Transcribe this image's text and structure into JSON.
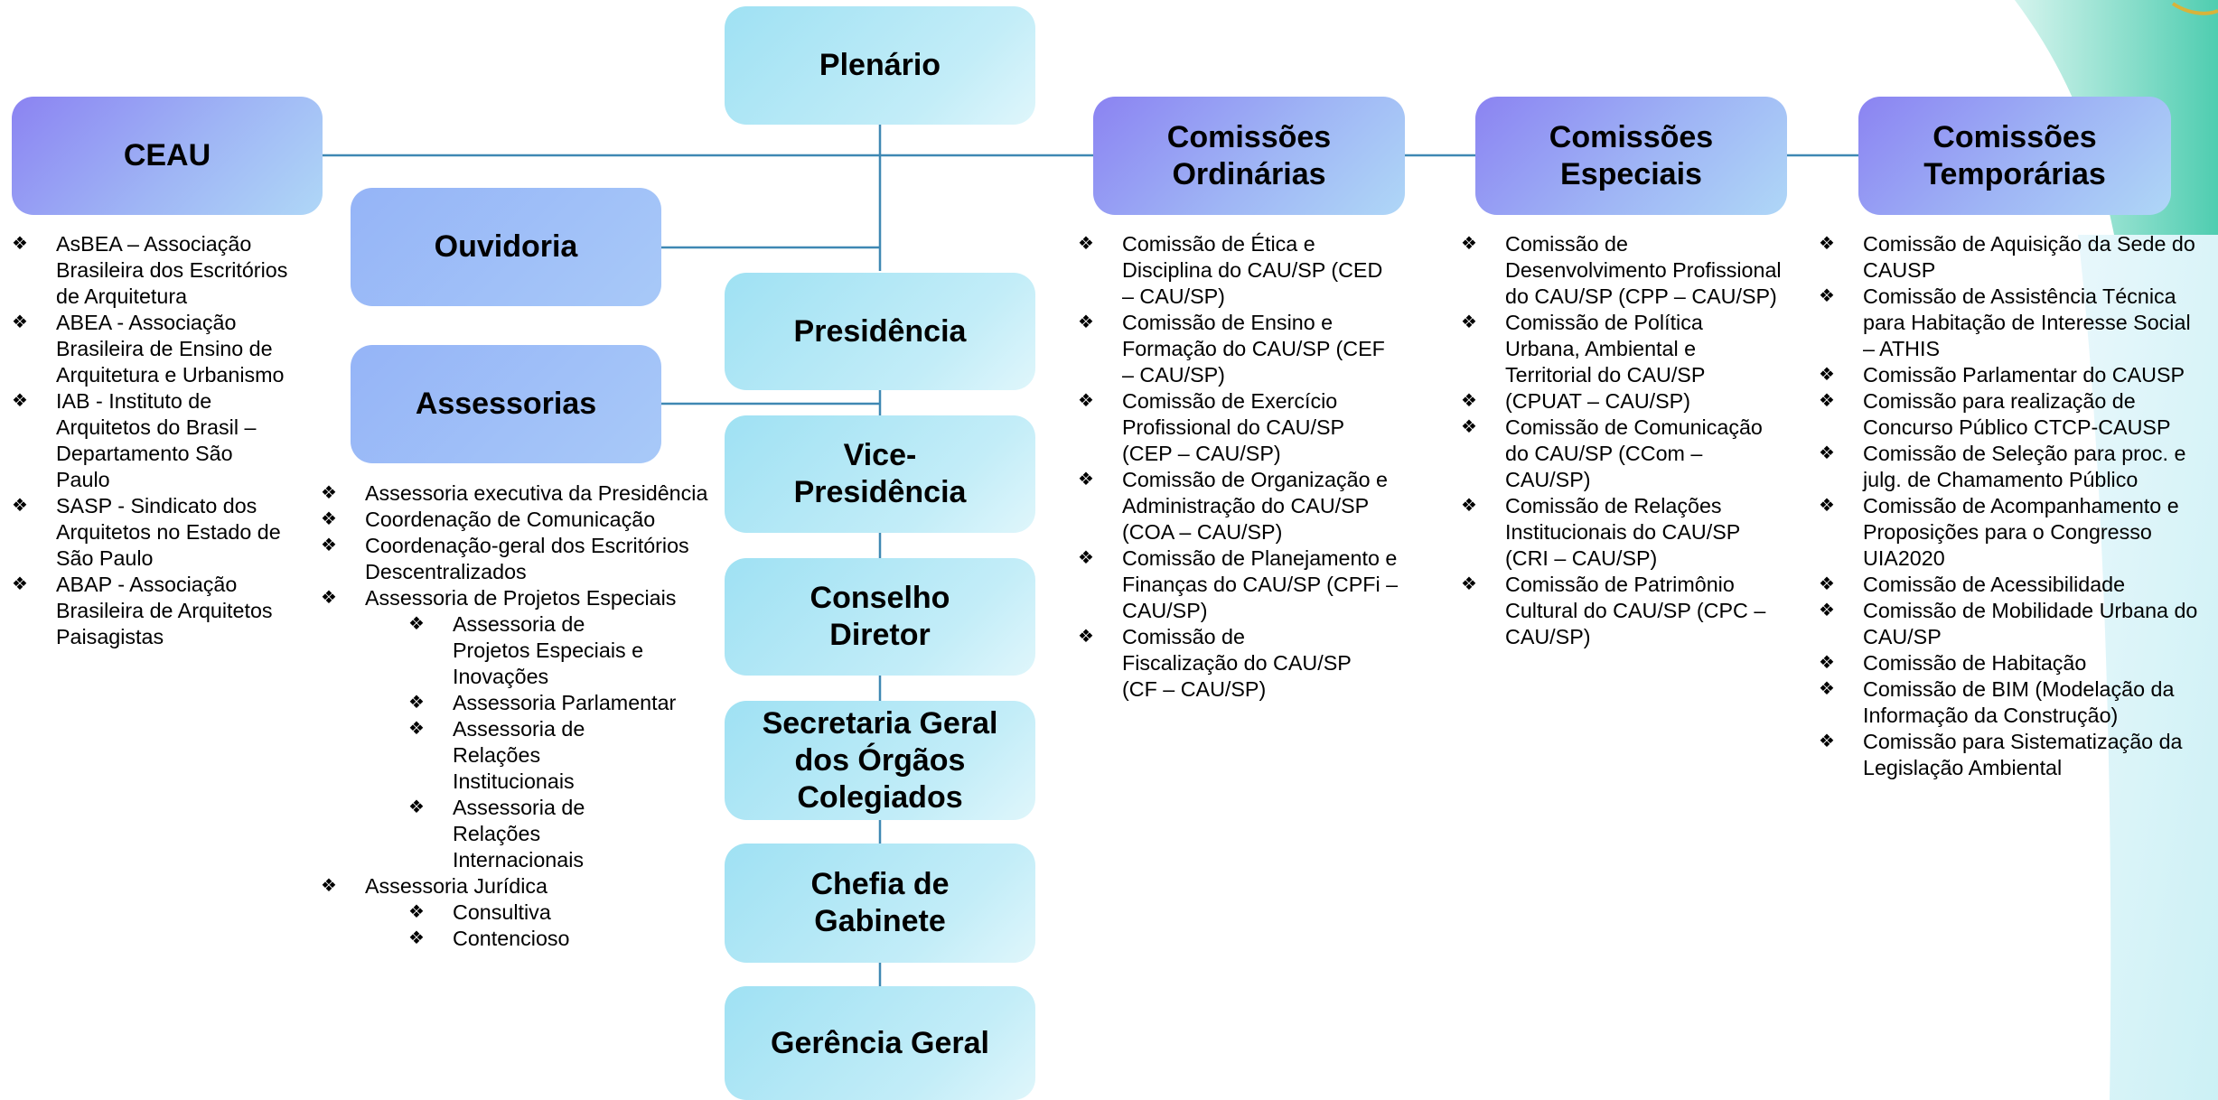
{
  "boxes": {
    "plenario": "Plenário",
    "ceau": "CEAU",
    "ouvidoria": "Ouvidoria",
    "presidencia": "Presidência",
    "assessorias": "Assessorias",
    "vice_presidencia": "Vice-Presidência",
    "conselho_diretor": "Conselho Diretor",
    "secretaria_geral": "Secretaria Geral dos Órgãos Colegiados",
    "chefia_gabinete": "Chefia de Gabinete",
    "gerencia_geral": "Gerência Geral",
    "comissoes_ordinarias": "Comissões Ordinárias",
    "comissoes_especiais": "Comissões Especiais",
    "comissoes_temporarias": "Comissões Temporárias"
  },
  "ceau_items": [
    "AsBEA – Associação Brasileira dos Escritórios de Arquitetura",
    "ABEA - Associação Brasileira de Ensino de Arquitetura e Urbanismo",
    "IAB - Instituto de Arquitetos do Brasil – Departamento São Paulo",
    "SASP - Sindicato dos Arquitetos no Estado de São Paulo",
    "ABAP - Associação Brasileira de Arquitetos Paisagistas"
  ],
  "assessorias_items": {
    "a1": "Assessoria executiva da Presidência",
    "a2": "Coordenação de Comunicação",
    "a3": "Coordenação-geral dos Escritórios Descentralizados",
    "a4": "Assessoria de Projetos Especiais",
    "a4_sub": [
      "Assessoria de Projetos Especiais e Inovações",
      "Assessoria Parlamentar",
      "Assessoria de Relações Institucionais",
      "Assessoria de Relações Internacionais"
    ],
    "a5": "Assessoria Jurídica",
    "a5_sub": [
      "Consultiva",
      "Contencioso"
    ]
  },
  "ordinarias_items": [
    "Comissão de Ética e Disciplina do CAU/SP (CED – CAU/SP)",
    "Comissão de Ensino e Formação do CAU/SP (CEF – CAU/SP)",
    "Comissão de Exercício Profissional do CAU/SP (CEP – CAU/SP)",
    "Comissão de Organização e Administração do CAU/SP (COA – CAU/SP)",
    "Comissão de Planejamento e Finanças do CAU/SP (CPFi – CAU/SP)",
    "Comissão de Fiscalização do CAU/SP (CF – CAU/SP)"
  ],
  "especiais_items": [
    "Comissão de Desenvolvimento Profissional do CAU/SP (CPP – CAU/SP)",
    "Comissão de Política Urbana, Ambiental e Territorial do CAU/SP",
    "(CPUAT – CAU/SP)",
    "Comissão de Comunicação do CAU/SP (CCom – CAU/SP)",
    "Comissão de Relações Institucionais do CAU/SP (CRI – CAU/SP)",
    "Comissão de Patrimônio Cultural do CAU/SP (CPC – CAU/SP)"
  ],
  "temporarias_items": [
    "Comissão de Aquisição da Sede do CAUSP",
    "Comissão  de Assistência Técnica para Habitação de Interesse Social – ATHIS",
    "Comissão Parlamentar do CAUSP",
    "Comissão para realização de Concurso Público CTCP-CAUSP",
    "Comissão de Seleção para proc. e julg. de Chamamento Público",
    "Comissão de Acompanhamento e Proposições para o Congresso UIA2020",
    "Comissão de Acessibilidade",
    "Comissão de Mobilidade Urbana do CAU/SP",
    "Comissão de Habitação",
    "Comissão de BIM (Modelação da Informação da Construção)",
    "Comissão para Sistematização da Legislação Ambiental"
  ],
  "bullet_glyph": "❖",
  "colors": {
    "connector": "#3f88b3",
    "box_purple": "#8b83f2",
    "box_blue": "#95b4f7",
    "box_cyan": "#9fe1f3",
    "background_teal": "#62d2b8"
  }
}
